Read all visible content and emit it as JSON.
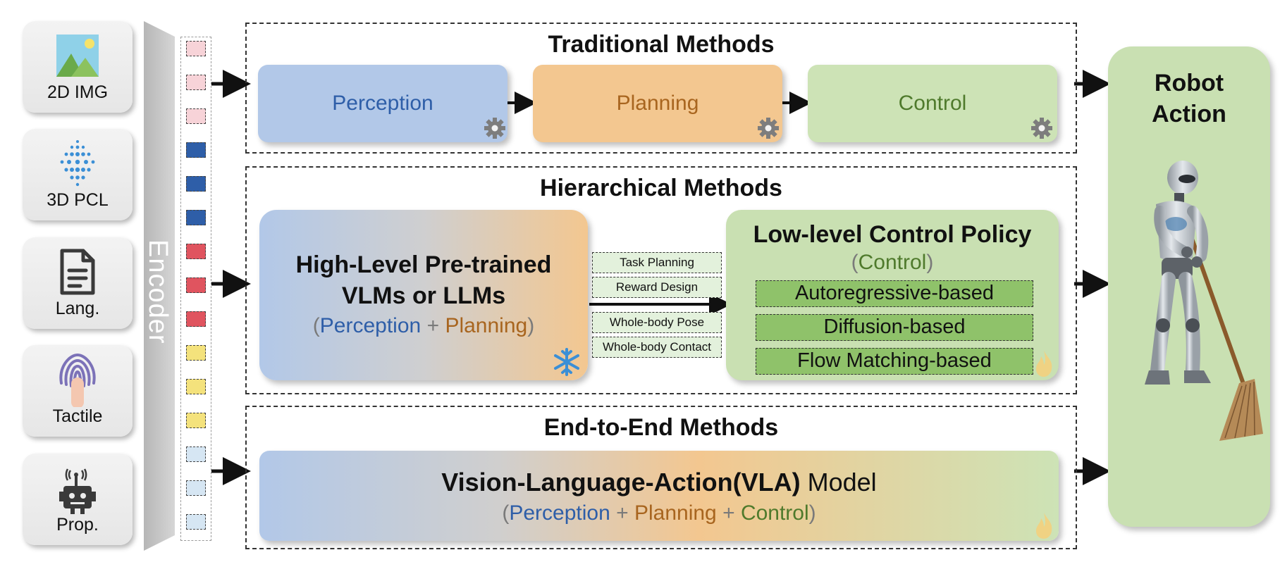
{
  "modalities": [
    {
      "label": "2D IMG",
      "icon": "image-icon"
    },
    {
      "label": "3D PCL",
      "icon": "point-cloud-icon"
    },
    {
      "label": "Lang.",
      "icon": "document-icon"
    },
    {
      "label": "Tactile",
      "icon": "fingerprint-touch-icon"
    },
    {
      "label": "Prop.",
      "icon": "robot-signal-icon"
    }
  ],
  "encoder_label": "Encoder",
  "token_colors": [
    "#f7d3d8",
    "#f7d3d8",
    "#f7d3d8",
    "#2e5ea8",
    "#2e5ea8",
    "#2e5ea8",
    "#e0545f",
    "#e0545f",
    "#e0545f",
    "#f4e27c",
    "#f4e27c",
    "#f4e27c",
    "#d6e6f3",
    "#d6e6f3",
    "#d6e6f3"
  ],
  "traditional": {
    "title": "Traditional Methods",
    "perception": "Perception",
    "planning": "Planning",
    "control": "Control"
  },
  "hierarchical": {
    "title": "Hierarchical Methods",
    "high_line1": "High-Level Pre-trained",
    "high_line2": "VLMs or LLMs",
    "high_paren_open": "(",
    "high_perception": "Perception",
    "high_plus": " + ",
    "high_planning": "Planning",
    "high_paren_close": ")",
    "interfaces": [
      "Task Planning",
      "Reward Design",
      "Whole-body Pose",
      "Whole-body Contact"
    ],
    "low_title": "Low-level Control Policy",
    "low_paren_open": "(",
    "low_control": "Control",
    "low_paren_close": ")",
    "low_methods": [
      "Autoregressive-based",
      "Diffusion-based",
      "Flow Matching-based"
    ]
  },
  "end_to_end": {
    "title": "End-to-End Methods",
    "vla_bold": "Vision-Language-Action(VLA)",
    "vla_rest": " Model",
    "paren_open": "(",
    "perception": "Perception",
    "plus1": " + ",
    "planning": "Planning",
    "plus2": " + ",
    "control": "Control",
    "paren_close": ")"
  },
  "robot": {
    "title_line1": "Robot",
    "title_line2": "Action"
  },
  "colors": {
    "perception_blue": "#2e5ea8",
    "planning_orange": "#a8651f",
    "control_green": "#4f7a2c",
    "paren_gray": "#7a7a7a",
    "perception_bg": "#b2c8e8",
    "planning_bg": "#f3c790",
    "control_bg": "#cde3b6"
  }
}
